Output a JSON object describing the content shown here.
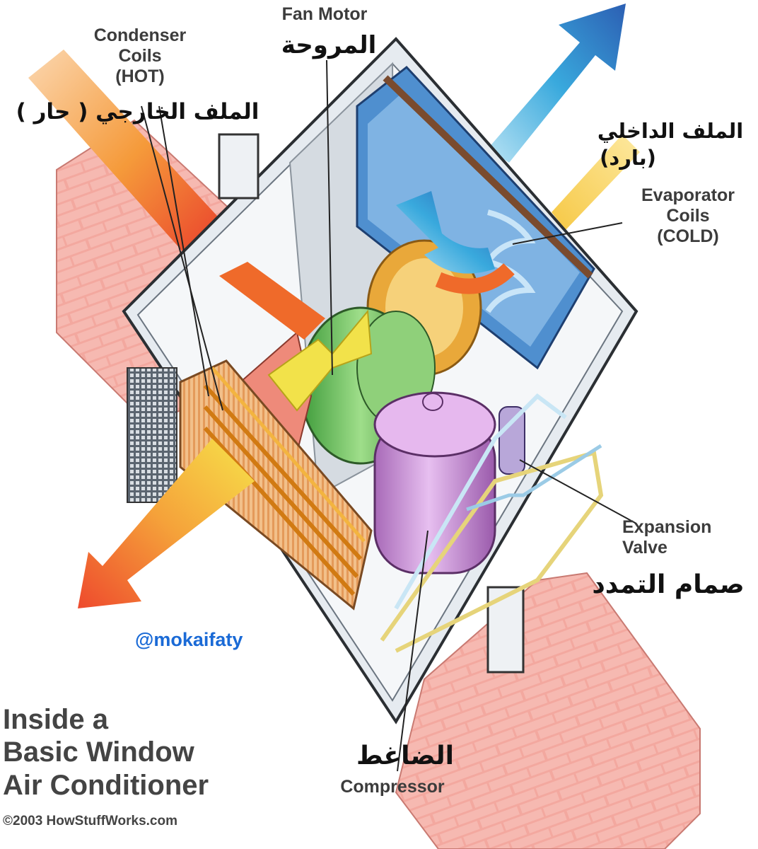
{
  "labels": {
    "fan_motor_en": "Fan Motor",
    "fan_motor_ar": "المروحة",
    "condenser_en": "Condenser\nCoils\n(HOT)",
    "condenser_ar": "الملف الخارجي ( حار )",
    "evaporator_ar_line1": "الملف الداخلي",
    "evaporator_ar_line2": "(بارد)",
    "evaporator_en": "Evaporator\nCoils\n(COLD)",
    "expansion_en": "Expansion\nValve",
    "expansion_ar": "صمام التمدد",
    "compressor_ar": "الضاغط",
    "compressor_en": "Compressor"
  },
  "handle": "@mokaifaty",
  "title": "Inside a\nBasic Window\nAir Conditioner",
  "copyright": "©2003 HowStuffWorks.com",
  "colors": {
    "hot_arrow": "#ef5a2c",
    "warm_arrow": "#f7d23a",
    "cold_arrow": "#2fa6dd",
    "brick": "#f0a198",
    "casing": "#e9edf2",
    "compressor": "#cf9ad8",
    "fan_motor": "#6dbf5c",
    "evaporator_coils": "#4f8fcf",
    "handle_text": "#1a6ad6"
  }
}
